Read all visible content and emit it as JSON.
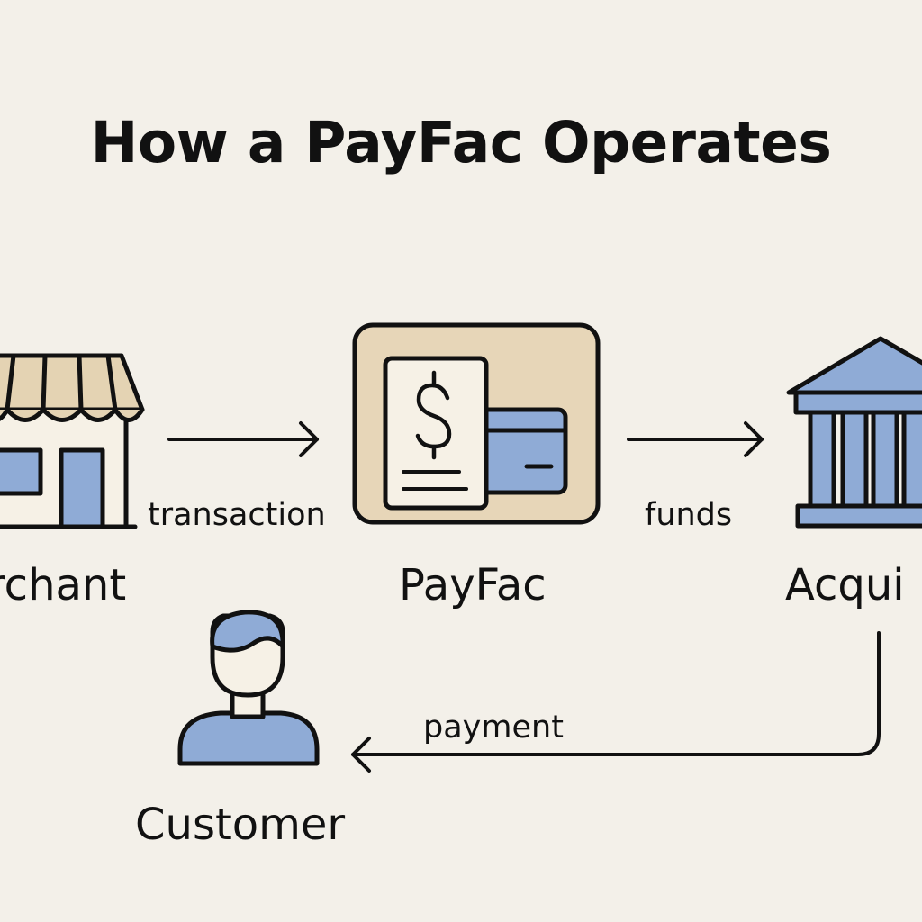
{
  "title": "How a PayFac Operates",
  "nodes": {
    "merchant": {
      "label": "rchant",
      "icon": "storefront-icon"
    },
    "payfac": {
      "label": "PayFac",
      "icon": "payment-card-receipt-icon"
    },
    "acquirer": {
      "label": "Acqui",
      "icon": "bank-building-icon"
    },
    "customer": {
      "label": "Customer",
      "icon": "person-icon"
    }
  },
  "edges": {
    "transaction": {
      "label": "transaction",
      "from": "merchant",
      "to": "payfac"
    },
    "funds": {
      "label": "funds",
      "from": "payfac",
      "to": "acquirer"
    },
    "payment": {
      "label": "payment",
      "from": "acquirer",
      "to": "customer"
    }
  },
  "colors": {
    "background": "#f3f0e9",
    "accent_blue": "#8fabd6",
    "accent_tan": "#e7d6b8",
    "awning_tan": "#e4d3b3",
    "stroke": "#111111"
  }
}
